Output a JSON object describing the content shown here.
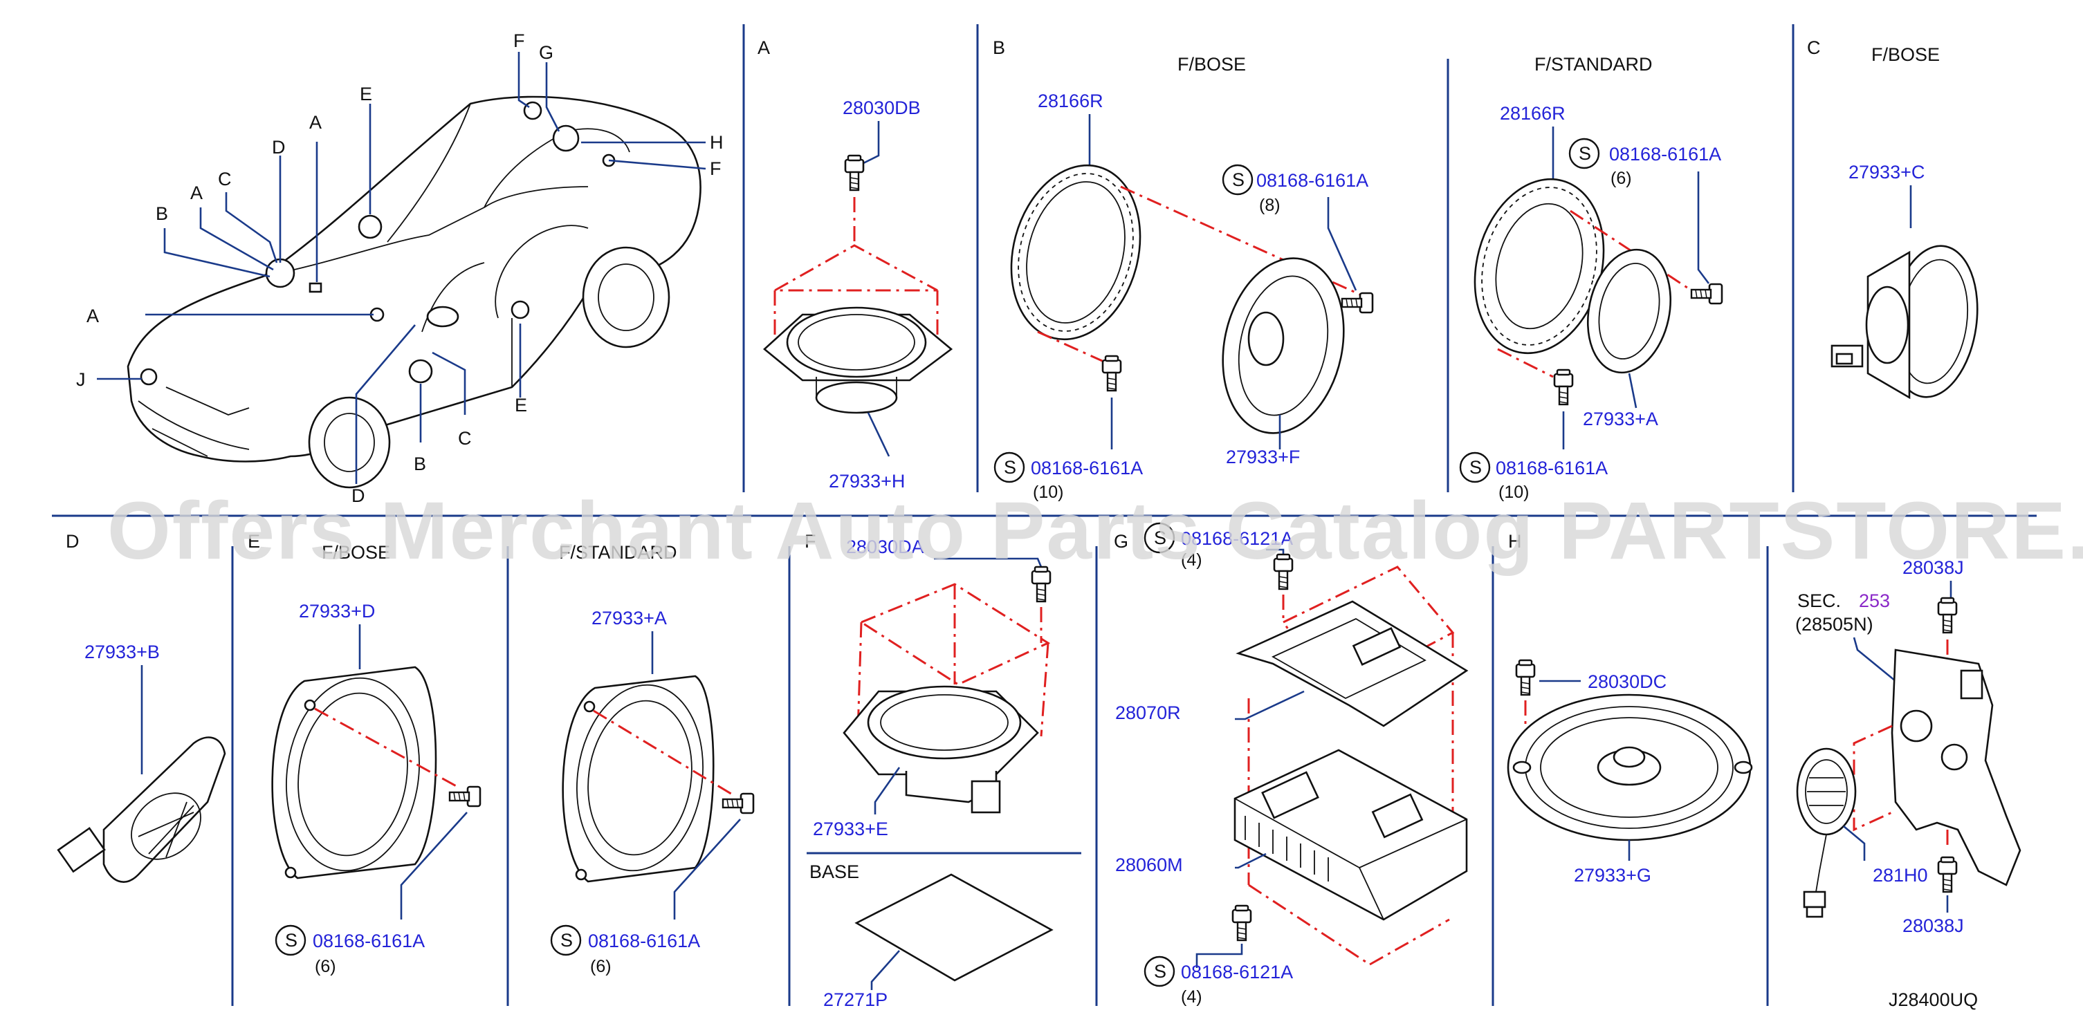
{
  "diagram_code": "J28400UQ",
  "watermark": "Offers Merchant Auto Parts Catalog PARTSTORE.SA",
  "section_letters": {
    "A": "A",
    "B": "B",
    "C": "C",
    "D": "D",
    "E": "E",
    "F": "F",
    "G": "G",
    "H": "H"
  },
  "variant_labels": {
    "b_bose": "F/BOSE",
    "b_standard": "F/STANDARD",
    "c_bose": "C F/BOSE",
    "c_bose_only": "F/BOSE",
    "e_bose": "F/BOSE",
    "e_standard": "F/STANDARD",
    "base": "BASE"
  },
  "car_callouts": {
    "F_top": "F",
    "G": "G",
    "H": "H",
    "F_right": "F",
    "E_top": "E",
    "D_top": "D",
    "A_top": "A",
    "C_left": "C",
    "A_left": "A",
    "B_left": "B",
    "A_mid": "A",
    "J": "J",
    "E_bottom": "E",
    "C_bottom": "C",
    "B_bottom": "B",
    "D_bottom": "D"
  },
  "part_numbers": {
    "p28030DB": "28030DB",
    "p27933H": "27933+H",
    "p28166R_bose": "28166R",
    "p08168_bose_top": "08168-6161A",
    "qty_bose_top": "(8)",
    "p08168_bose_bottom": "08168-6161A",
    "qty_bose_bottom": "(10)",
    "p27933F": "27933+F",
    "p28166R_std": "28166R",
    "p08168_std_top": "08168-6161A",
    "qty_std_top": "(6)",
    "p27933A_b": "27933+A",
    "p08168_std_bottom": "08168-6161A",
    "qty_std_bottom": "(10)",
    "p27933C": "27933+C",
    "p27933B": "27933+B",
    "p27933D": "27933+D",
    "p08168_e_bose": "08168-6161A",
    "qty_e_bose": "(6)",
    "p27933A_e": "27933+A",
    "p08168_e_std": "08168-6161A",
    "qty_e_std": "(6)",
    "p28030DA": "28030DA",
    "p27933E": "27933+E",
    "p27271P": "27271P",
    "p08168_g_top": "08168-6121A",
    "qty_g_top": "(4)",
    "p28070R": "28070R",
    "p28060M": "28060M",
    "p08168_g_bottom": "08168-6121A",
    "qty_g_bottom": "(4)",
    "p28030DC": "28030DC",
    "p27933G": "27933+G",
    "sec_label": "SEC.",
    "sec_num": "253",
    "p28505N": "(28505N)",
    "p28038J_top": "28038J",
    "p281H0": "281H0",
    "p28038J_bottom": "28038J"
  },
  "screw_symbol": "S",
  "colors": {
    "part_number": "#2323d8",
    "leader_line": "#1a3a8a",
    "assembly_dash": "#e02020",
    "section_ref": "#8a28c8"
  }
}
